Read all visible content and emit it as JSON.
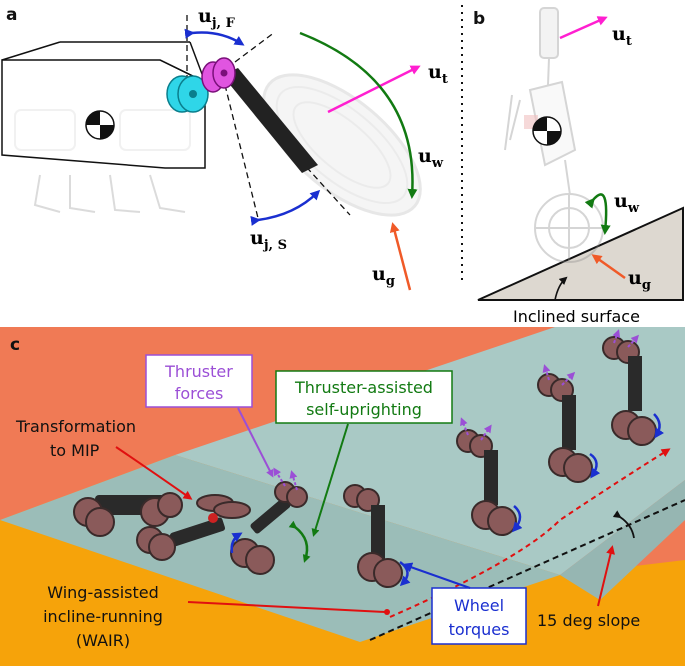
{
  "panels": {
    "a": "a",
    "b": "b",
    "c": "c"
  },
  "panel_a": {
    "u_jF_main": "u",
    "u_jF_sub": "j, F",
    "u_t_main": "u",
    "u_t_sub": "t",
    "u_w_main": "u",
    "u_w_sub": "w",
    "u_jS_main": "u",
    "u_jS_sub": "j, S",
    "u_g_main": "u",
    "u_g_sub": "g"
  },
  "panel_b": {
    "u_t_main": "u",
    "u_t_sub": "t",
    "u_w_main": "u",
    "u_w_sub": "w",
    "u_g_main": "u",
    "u_g_sub": "g",
    "surface_label": "Inclined surface"
  },
  "panel_c": {
    "thruster_forces_line1": "Thruster",
    "thruster_forces_line2": "forces",
    "self_upright_line1": "Thruster-assisted",
    "self_upright_line2": "self-uprighting",
    "transformation_line1": "Transformation",
    "transformation_line2": "to MIP",
    "wair_line1": "Wing-assisted",
    "wair_line2": "incline-running",
    "wair_line3": "(WAIR)",
    "wheel_torques_line1": "Wheel",
    "wheel_torques_line2": "torques",
    "slope_label": "15 deg slope"
  },
  "colors": {
    "blue_arrow": "#1a2fd0",
    "magenta_arrow": "#ff1fd0",
    "green_arrow": "#127a12",
    "orange_arrow": "#f05a28",
    "purple": "#9b4fd6",
    "red": "#e01010",
    "cyan_joint": "#2fd6e8",
    "magenta_joint": "#e055e0",
    "bg_orange_top": "#f07a55",
    "bg_orange_bottom": "#f6a30a",
    "ramp": "#a9c9c5"
  }
}
